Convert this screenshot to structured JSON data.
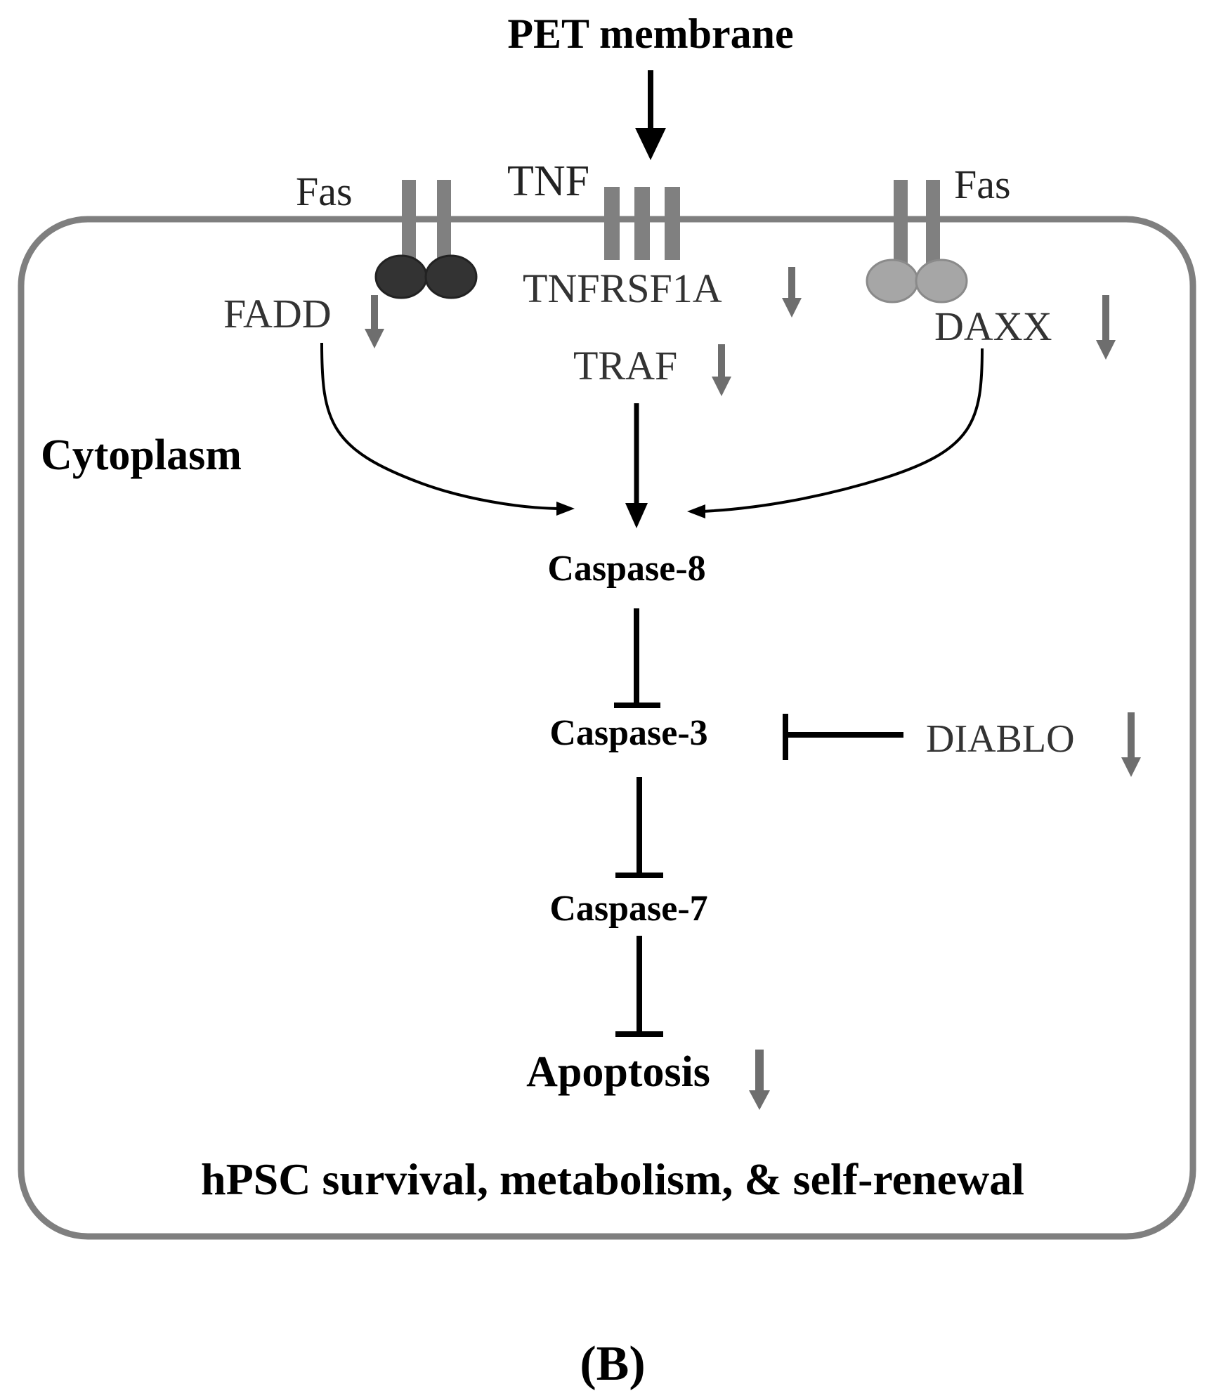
{
  "labels": {
    "title": "PET membrane",
    "fas_left": "Fas",
    "fas_right": "Fas",
    "tnf": "TNF",
    "tnfrsf1a": "TNFRSF1A",
    "fadd": "FADD",
    "daxx": "DAXX",
    "traf": "TRAF",
    "cytoplasm": "Cytoplasm",
    "caspase8": "Caspase-8",
    "caspase3": "Caspase-3",
    "diablo": "DIABLO",
    "caspase7": "Caspase-7",
    "apoptosis": "Apoptosis",
    "footer": "hPSC survival, metabolism, & self-renewal",
    "panel": "(B)"
  },
  "colors": {
    "cell_outline": "#7f7f7f",
    "receptor": "#808080",
    "fas_left_ligand": "#333333",
    "fas_right_ligand": "#a6a6a6",
    "down_arrow": "#6e6e6e",
    "text": "#000000"
  }
}
